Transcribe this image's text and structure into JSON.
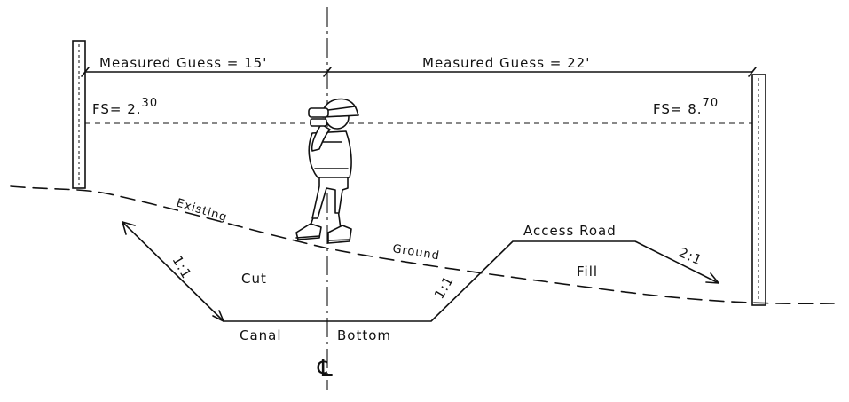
{
  "labels": {
    "measured_left": "Measured Guess = 15'",
    "measured_right": "Measured Guess = 22'",
    "fs_left": "FS= 2.",
    "fs_left_sup": "30",
    "fs_right": "FS= 8.",
    "fs_right_sup": "70",
    "existing": "Existing",
    "ground": "Ground",
    "access_road": "Access Road",
    "cut": "Cut",
    "fill": "Fill",
    "slope_left": "1:1",
    "slope_mid": "1:1",
    "slope_right": "2:1",
    "canal": "Canal",
    "bottom": "Bottom",
    "centerline": "℄"
  }
}
